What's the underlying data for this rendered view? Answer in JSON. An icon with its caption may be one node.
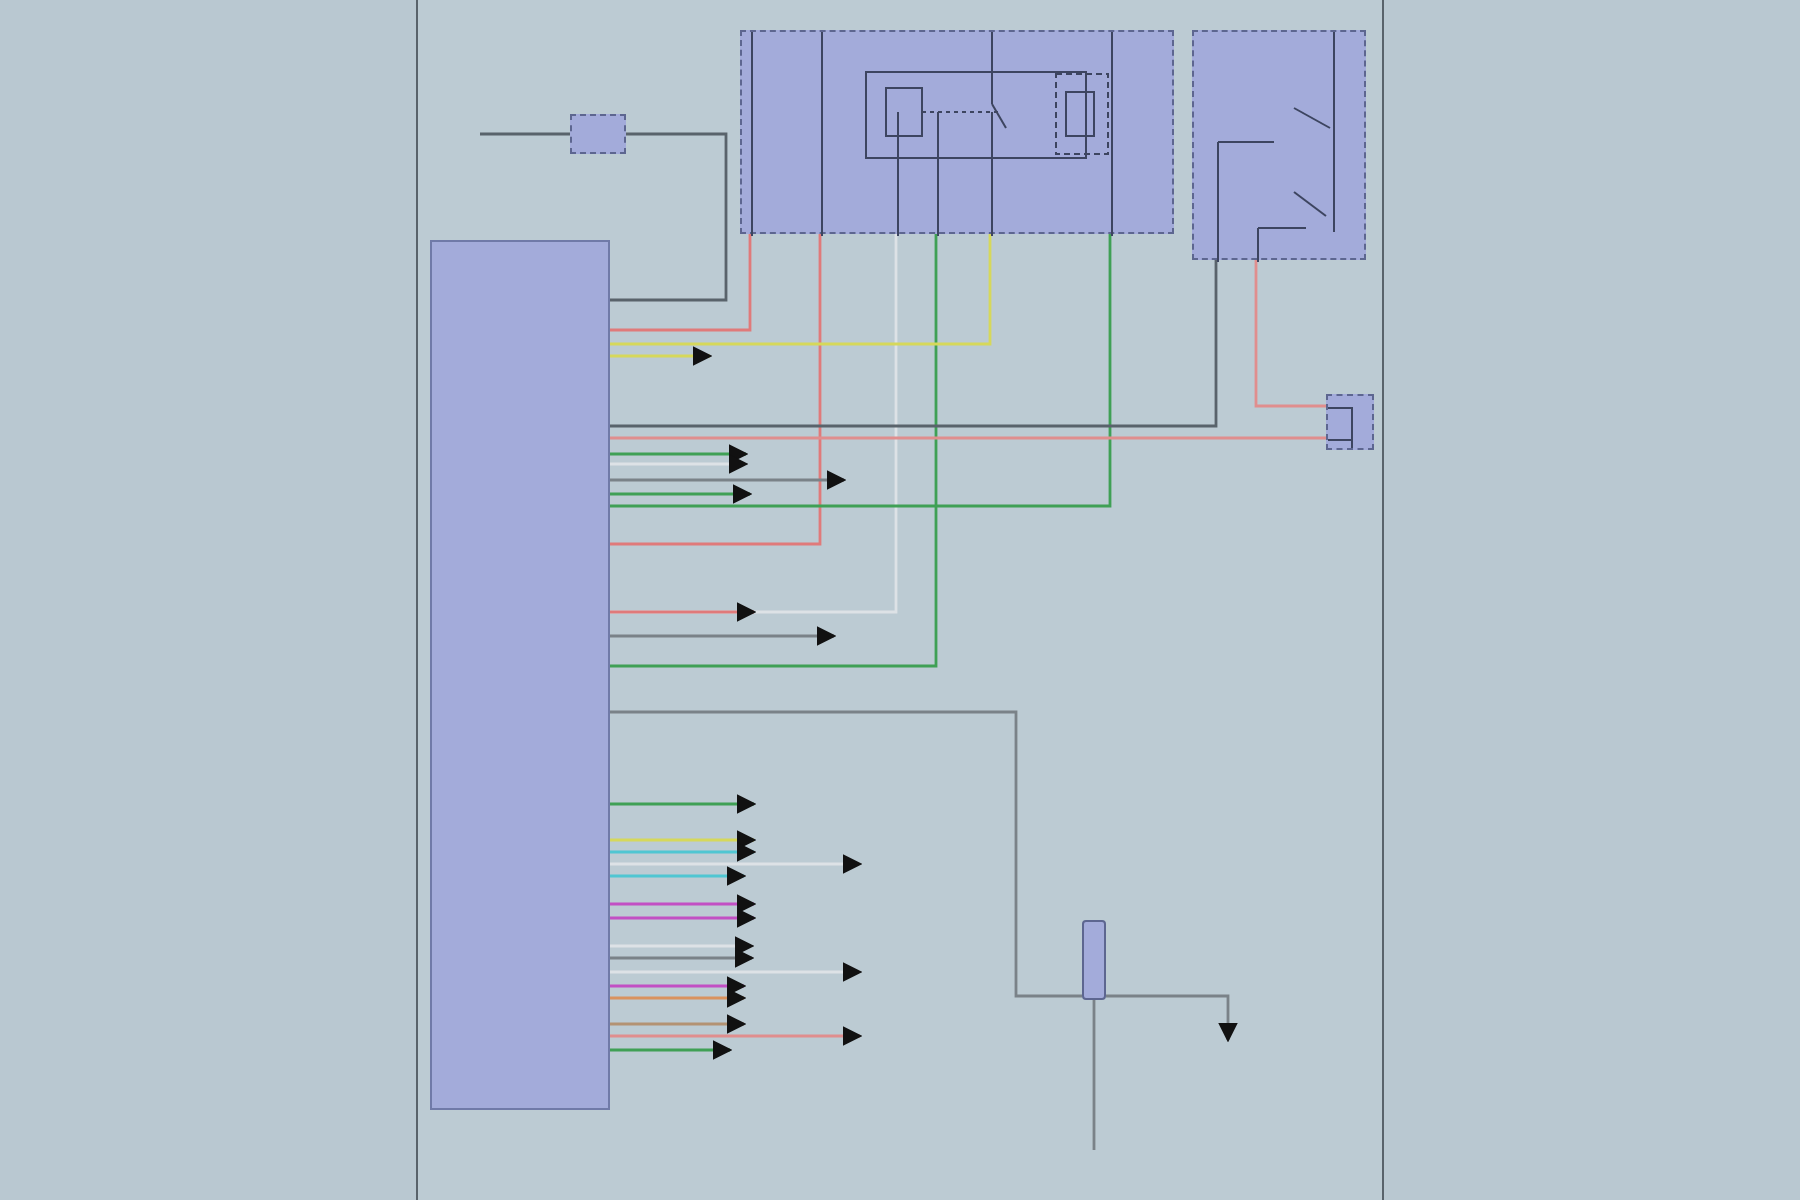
{
  "diagram": {
    "nodes": [
      {
        "text": [],
        "shape": "box"
      },
      {
        "text": [],
        "shape": "box"
      },
      {
        "text": [],
        "shape": "box"
      },
      {
        "text": [],
        "shape": "box"
      },
      {
        "text": [],
        "shape": "box"
      },
      {
        "text": [],
        "shape": "bar"
      }
    ],
    "edges": [
      {
        "from": 1,
        "to": 0,
        "arrow": "none",
        "color": "#e07a7a"
      },
      {
        "from": 1,
        "to": 0,
        "arrow": "none",
        "color": "#e07a7a"
      },
      {
        "from": 1,
        "to": 0,
        "arrow": "none",
        "color": "#dde2e6"
      },
      {
        "from": 1,
        "to": 0,
        "arrow": "none",
        "color": "#3fa055"
      },
      {
        "from": 1,
        "to": 0,
        "arrow": "none",
        "color": "#d6d85a"
      },
      {
        "from": 1,
        "to": 0,
        "arrow": "none",
        "color": "#3fa055"
      },
      {
        "from": 2,
        "to": 0,
        "arrow": "none"
      },
      {
        "from": 2,
        "to": 4,
        "arrow": "none",
        "color": "#e08e8e"
      },
      {
        "from": 0,
        "to": 4,
        "arrow": "none",
        "color": "#e08e8e"
      },
      {
        "from": 3,
        "to": 0,
        "arrow": "none"
      },
      {
        "from": null,
        "to": 3,
        "arrow": "none"
      },
      {
        "from": 0,
        "to": 5,
        "arrow": "none",
        "color": "#7a8288"
      },
      {
        "from": 5,
        "to": null,
        "arrow": "none",
        "color": "#7a8288"
      },
      {
        "from": 5,
        "to": null,
        "arrow": "to",
        "color": "#7a8288"
      },
      {
        "from": 0,
        "to": null,
        "arrow": "to",
        "color": "#d6d85a"
      },
      {
        "from": 0,
        "to": null,
        "arrow": "to",
        "color": "#3fa055"
      },
      {
        "from": 0,
        "to": null,
        "arrow": "to",
        "color": "#dde2e6"
      },
      {
        "from": 0,
        "to": null,
        "arrow": "to",
        "color": "#7a8288"
      },
      {
        "from": 0,
        "to": null,
        "arrow": "to",
        "color": "#3fa055"
      },
      {
        "from": 0,
        "to": null,
        "arrow": "to",
        "color": "#e07a7a"
      },
      {
        "from": 0,
        "to": null,
        "arrow": "to",
        "color": "#7a8288"
      },
      {
        "from": 0,
        "to": null,
        "arrow": "to",
        "color": "#3fa055"
      },
      {
        "from": 0,
        "to": null,
        "arrow": "to",
        "color": "#d6d85a"
      },
      {
        "from": 0,
        "to": null,
        "arrow": "to",
        "color": "#4fc6d2"
      },
      {
        "from": 0,
        "to": null,
        "arrow": "to",
        "color": "#dde2e6"
      },
      {
        "from": 0,
        "to": null,
        "arrow": "to",
        "color": "#4fc6d2"
      },
      {
        "from": 0,
        "to": null,
        "arrow": "to",
        "color": "#c24fc4"
      },
      {
        "from": 0,
        "to": null,
        "arrow": "to",
        "color": "#c24fc4"
      },
      {
        "from": 0,
        "to": null,
        "arrow": "to",
        "color": "#dde2e6"
      },
      {
        "from": 0,
        "to": null,
        "arrow": "to",
        "color": "#7a8288"
      },
      {
        "from": 0,
        "to": null,
        "arrow": "to",
        "color": "#dde2e6"
      },
      {
        "from": 0,
        "to": null,
        "arrow": "to",
        "color": "#c24fc4"
      },
      {
        "from": 0,
        "to": null,
        "arrow": "to",
        "color": "#d9925e"
      },
      {
        "from": 0,
        "to": null,
        "arrow": "to",
        "color": "#b39272"
      },
      {
        "from": 0,
        "to": null,
        "arrow": "to",
        "color": "#e08e8e"
      },
      {
        "from": 0,
        "to": null,
        "arrow": "to",
        "color": "#3fa055"
      }
    ]
  }
}
